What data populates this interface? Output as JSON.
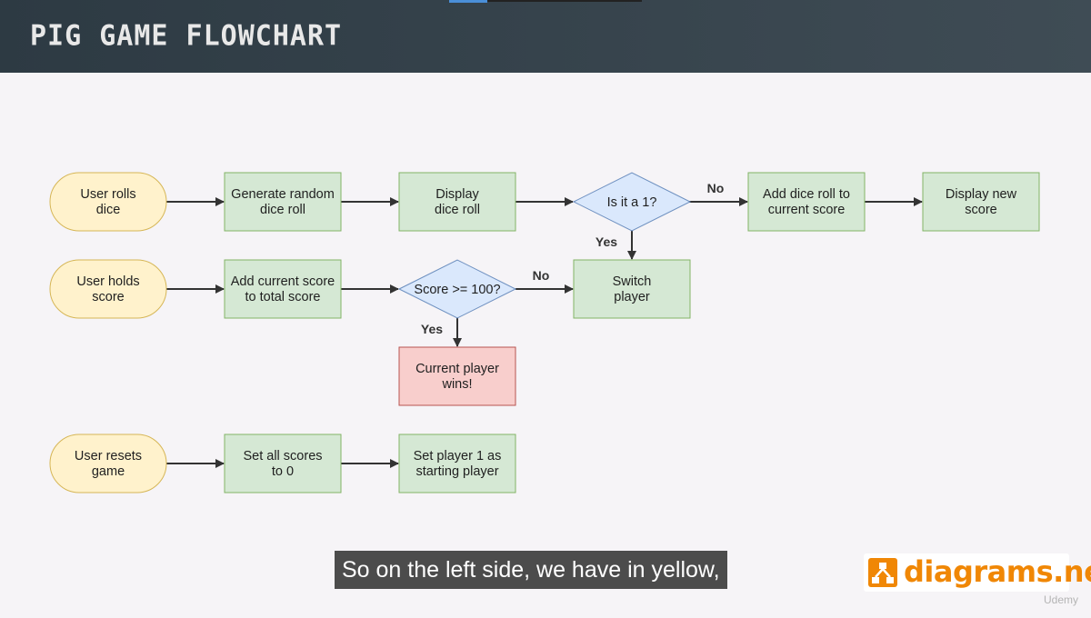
{
  "header": {
    "title": "PIG GAME FLOWCHART"
  },
  "flowchart": {
    "nodes": {
      "user_rolls": [
        "User rolls",
        "dice"
      ],
      "generate_roll": [
        "Generate random",
        "dice roll"
      ],
      "display_roll": [
        "Display",
        "dice roll"
      ],
      "is_it_1": [
        "Is it a 1?"
      ],
      "add_dice": [
        "Add dice roll to",
        "current score"
      ],
      "display_new": [
        "Display new",
        "score"
      ],
      "user_holds": [
        "User holds",
        "score"
      ],
      "add_current": [
        "Add current score",
        "to total score"
      ],
      "score_check": [
        "Score >= 100?"
      ],
      "switch_player": [
        "Switch",
        "player"
      ],
      "player_wins": [
        "Current player",
        "wins!"
      ],
      "user_resets": [
        "User resets",
        "game"
      ],
      "set_scores": [
        "Set all scores",
        "to 0"
      ],
      "set_player1": [
        "Set player 1 as",
        "starting player"
      ]
    },
    "edge_labels": {
      "is1_no": "No",
      "is1_yes": "Yes",
      "score_no": "No",
      "score_yes": "Yes"
    },
    "colors": {
      "start": "#fff2cc",
      "start_border": "#d6b656",
      "process": "#d5e8d4",
      "process_border": "#82b366",
      "decision": "#dae8fc",
      "decision_border": "#6c8ebf",
      "end": "#f8cecc",
      "end_border": "#b85450"
    }
  },
  "subtitle": "So on the left side, we have in yellow,",
  "logo": {
    "text": "diagrams.net",
    "icon": "diagrams-net-icon"
  },
  "watermark": "Udemy"
}
